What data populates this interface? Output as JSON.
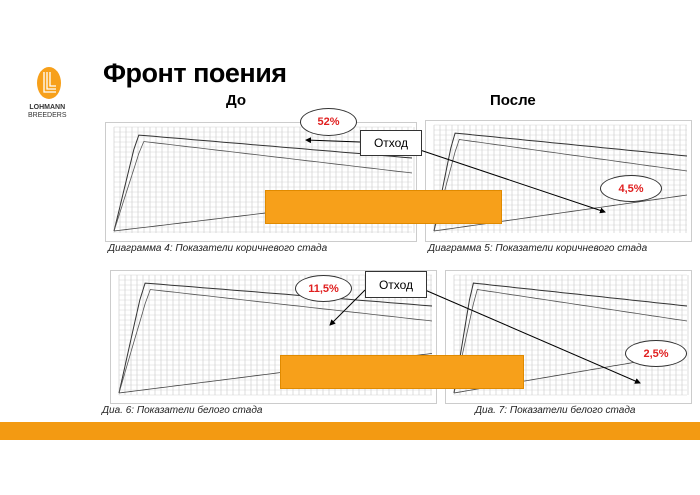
{
  "header": {
    "title": "Фронт поения",
    "before_label": "До",
    "after_label": "После"
  },
  "logo": {
    "line1": "LOHMANN",
    "line2": "BREEDERS",
    "color": "#f7a01a"
  },
  "charts": [
    {
      "caption": "Диаграмма 4: Показатели коричневого стада",
      "mortality": "52%"
    },
    {
      "caption": "Диаграмма 5:  Показатели коричневого стада",
      "mortality": "4,5%"
    },
    {
      "caption": "Диа. 6:  Показатели белого стада",
      "mortality": "11,5%"
    },
    {
      "caption": "Диа. 7: Показатели белого стада",
      "mortality": "2,5%"
    }
  ],
  "callouts": {
    "top": "Отход",
    "bottom": "Отход"
  },
  "colors": {
    "accent": "#f39a12",
    "mortality": "#e02020"
  }
}
